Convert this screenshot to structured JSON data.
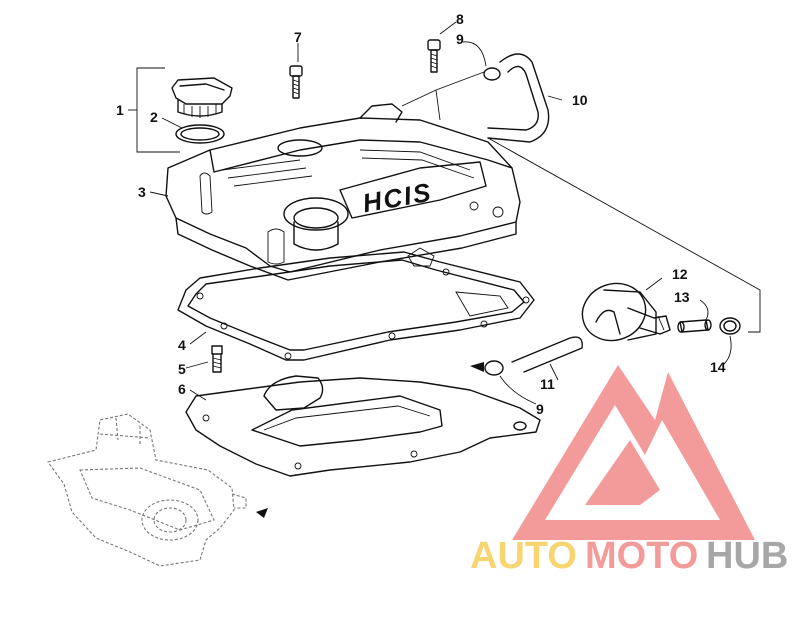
{
  "colors": {
    "line": "#111111",
    "watermark_red": "#f07a7a",
    "watermark_yellow": "#f5c842",
    "watermark_grey": "#8a8a8a"
  },
  "callouts": {
    "c1": "1",
    "c2": "2",
    "c3": "3",
    "c4": "4",
    "c5": "5",
    "c6": "6",
    "c7": "7",
    "c8": "8",
    "c9a": "9",
    "c9b": "9",
    "c10": "10",
    "c11": "11",
    "c12": "12",
    "c13": "13",
    "c14": "14"
  },
  "cover_badge": "HCIS",
  "watermark": {
    "part1": "AUTO",
    "part2": "MOTO",
    "part3": "HUB",
    "logo": "triangle-m-logo"
  }
}
